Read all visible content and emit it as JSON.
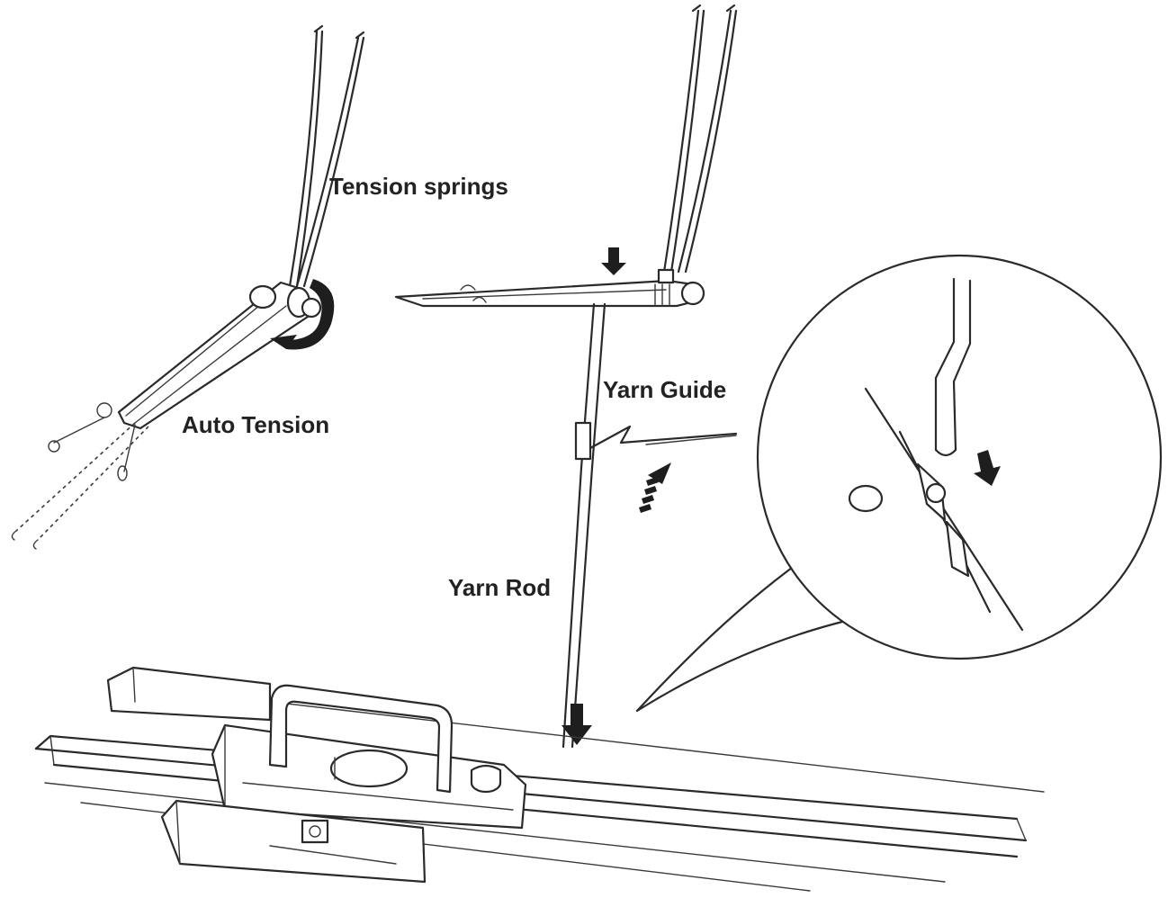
{
  "labels": {
    "tension_springs": "Tension springs",
    "auto_tension": "Auto Tension",
    "yarn_guide": "Yarn Guide",
    "yarn_rod": "Yarn Rod"
  },
  "colors": {
    "line": "#2a2a2a",
    "background": "#ffffff",
    "arrow": "#1e1e1e"
  }
}
